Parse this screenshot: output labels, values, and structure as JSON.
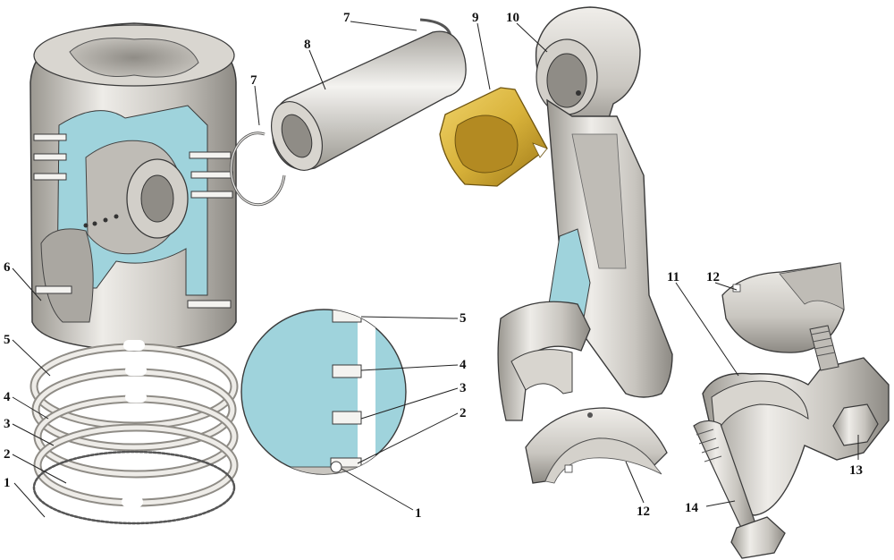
{
  "figure": {
    "callouts": [
      "1",
      "2",
      "3",
      "4",
      "5",
      "6",
      "7",
      "7",
      "8",
      "9",
      "10",
      "11",
      "12",
      "12",
      "13",
      "14",
      "5",
      "4",
      "3",
      "2",
      "1"
    ]
  },
  "colors": {
    "metal_light": "#e6e4df",
    "metal_mid": "#c9c6c0",
    "metal_dark": "#8f8c86",
    "section_blue": "#9fd3dc",
    "bronze": "#d8b23a",
    "bronze_dark": "#a9801a",
    "outline": "#3a3a3a"
  }
}
